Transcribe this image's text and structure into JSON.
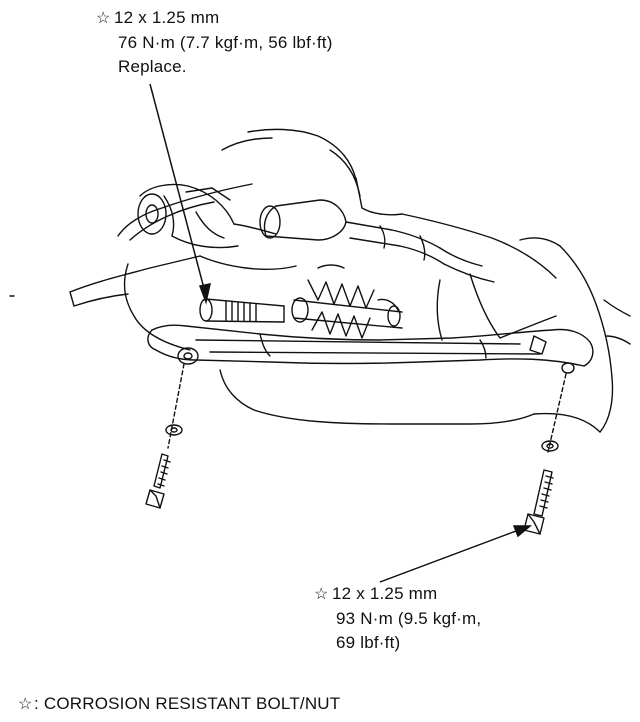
{
  "top_callout": {
    "symbol": "☆",
    "size": "12 x 1.25 mm",
    "torque": "76 N·m (7.7 kgf·m, 56 lbf·ft)",
    "note": "Replace."
  },
  "bottom_callout": {
    "symbol": "☆",
    "size": "12 x 1.25 mm",
    "torque_line1": "93 N·m (9.5 kgf·m,",
    "torque_line2": "69 lbf·ft)"
  },
  "legend": {
    "symbol": "☆",
    "text": ": CORROSION RESISTANT BOLT/NUT"
  }
}
